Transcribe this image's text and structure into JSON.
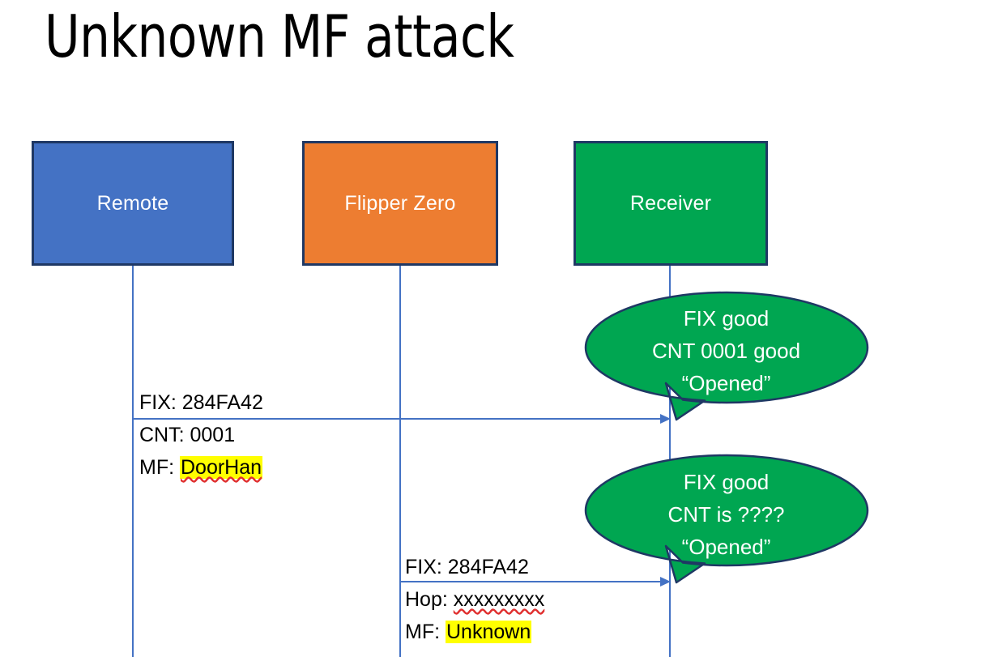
{
  "slide": {
    "title": "Unknown MF attack",
    "background": "#ffffff"
  },
  "colors": {
    "remote_box": "#4472C4",
    "flipper_box": "#ED7D31",
    "receiver_box": "#00A651",
    "box_border": "#1F3864",
    "lifeline": "#4472C4",
    "callout_fill": "#00A651",
    "callout_border": "#1F3864",
    "highlight": "#FFFF00",
    "spellcheck_underline": "#E03030",
    "text_dark": "#000000",
    "text_light": "#FFFFFF"
  },
  "actors": [
    {
      "id": "remote",
      "label": "Remote"
    },
    {
      "id": "flipper",
      "label": "Flipper Zero"
    },
    {
      "id": "receiver",
      "label": "Receiver"
    }
  ],
  "messages": [
    {
      "id": "msg-1",
      "from": "remote",
      "to": "receiver",
      "line_above": "FIX: 284FA42",
      "line_below_1_prefix": "CNT: ",
      "line_below_1_value": "0001",
      "line_below_2_prefix": "MF: ",
      "line_below_2_value": "DoorHan",
      "line_below_2_highlighted": true,
      "line_below_2_spellchecked": true
    },
    {
      "id": "msg-2",
      "from": "flipper",
      "to": "receiver",
      "line_above": "FIX: 284FA42",
      "line_below_1_prefix": "Hop: ",
      "line_below_1_value": "xxxxxxxxx",
      "line_below_1_spellchecked": true,
      "line_below_2_prefix": "MF: ",
      "line_below_2_value": "Unknown",
      "line_below_2_highlighted": true
    }
  ],
  "callouts": [
    {
      "id": "callout-1",
      "attached_to": "msg-1",
      "line1": "FIX good",
      "line2": "CNT 0001 good",
      "line3": "“Opened”"
    },
    {
      "id": "callout-2",
      "attached_to": "msg-2",
      "line1": "FIX good",
      "line2": "CNT is ????",
      "line3": "“Opened”"
    }
  ]
}
